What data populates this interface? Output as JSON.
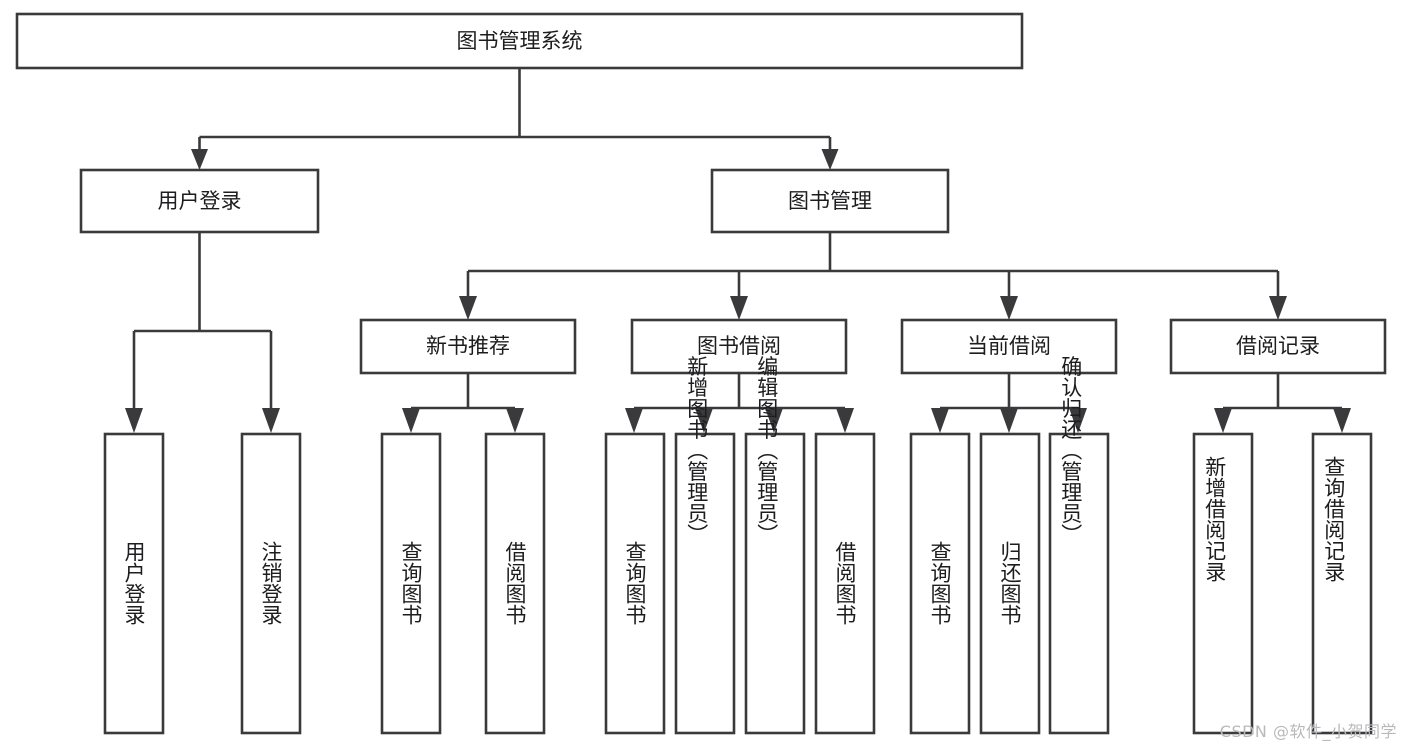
{
  "diagram": {
    "title": "图书管理系统",
    "type": "hierarchy-tree",
    "colors": {
      "background": "#ffffff",
      "box_fill": "#ffffff",
      "box_stroke": "#3a3a3c",
      "text": "#1d1d1f",
      "watermark": "#b9b9bb"
    },
    "root": {
      "label": "图书管理系统"
    },
    "level2": [
      {
        "label": "用户登录"
      },
      {
        "label": "图书管理"
      }
    ],
    "level3": [
      {
        "label": "新书推荐"
      },
      {
        "label": "图书借阅"
      },
      {
        "label": "当前借阅"
      },
      {
        "label": "借阅记录"
      }
    ],
    "leaves": {
      "user_login": [
        {
          "label": "用户登录"
        },
        {
          "label": "注销登录"
        }
      ],
      "new_book_recommend": [
        {
          "label": "查询图书"
        },
        {
          "label": "借阅图书"
        }
      ],
      "book_borrow": [
        {
          "label": "查询图书"
        },
        {
          "label": "新增图书（管理员）"
        },
        {
          "label": "编辑图书（管理员）"
        },
        {
          "label": "借阅图书"
        }
      ],
      "current_borrow": [
        {
          "label": "查询图书"
        },
        {
          "label": "归还图书"
        },
        {
          "label": "确认归还（管理员）"
        }
      ],
      "borrow_records": [
        {
          "label": "新增借阅记录"
        },
        {
          "label": "查询借阅记录"
        }
      ]
    }
  },
  "watermark": {
    "text": "CSDN @软件_小贺同学"
  }
}
